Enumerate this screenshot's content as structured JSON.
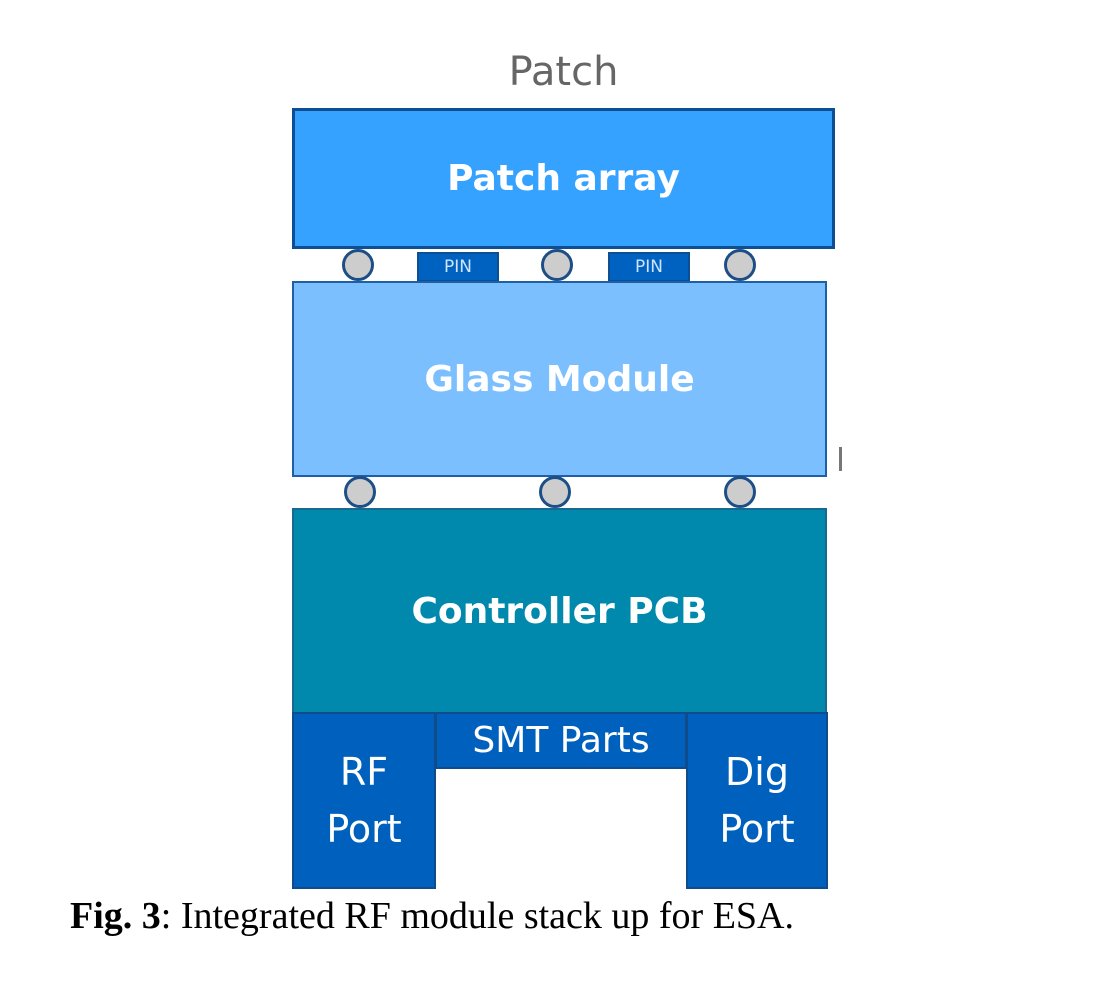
{
  "diagram": {
    "title": "Patch",
    "layers": {
      "patch_array": "Patch array",
      "glass_module": "Glass Module",
      "controller_pcb": "Controller PCB",
      "smt_parts": "SMT Parts",
      "rf_port_line1": "RF",
      "rf_port_line2": "Port",
      "dig_port_line1": "Dig",
      "dig_port_line2": "Port"
    },
    "pins": [
      "PIN",
      "PIN"
    ],
    "colors": {
      "patch_array": "#36a2ff",
      "glass_module": "#7bbfff",
      "controller_pcb": "#0089ad",
      "ports": "#0060bd",
      "solder_ball": "#cdcdcd"
    }
  },
  "caption": {
    "label": "Fig. 3",
    "text": ": Integrated RF module stack up for ESA."
  }
}
